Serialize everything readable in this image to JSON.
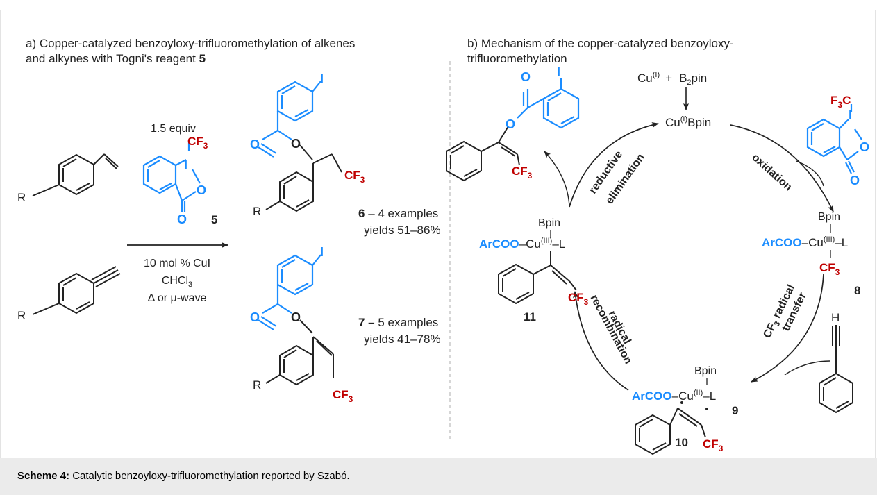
{
  "panel_a": {
    "heading_line1": "a) Copper-catalyzed benzoyloxy-trifluoromethylation of alkenes",
    "heading_line2": "and alkynes with Togni's reagent ",
    "heading_num": "5",
    "equiv": "1.5 equiv",
    "reagent_num": "5",
    "cond1": "10 mol % CuI",
    "cond2a": "CHCl",
    "cond2b": "3",
    "cond3": "Δ or μ-wave",
    "prod6_num": "6",
    "prod6_examples": " – 4 examples",
    "prod6_yields": "yields 51–86%",
    "prod7_num": "7 –",
    "prod7_examples": " 5 examples",
    "prod7_yields": "yields 41–78%",
    "r_label": "R",
    "iodo": "I",
    "ox": "O",
    "cf": "CF",
    "three": "3"
  },
  "panel_b": {
    "heading_line1": "b) Mechanism of the copper-catalyzed benzoyloxy-",
    "heading_line2": "trifluoromethylation",
    "cu": "Cu",
    "cu_I": "(I)",
    "cu_III": "(III)",
    "cu_II": "(II)",
    "plus": "+",
    "b2pin": "B",
    "b2pin_sub": "2",
    "pin": "pin",
    "bpin_suffix": "Bpin",
    "bpin": "Bpin",
    "arcoo": "ArCOO",
    "ligand": "–L",
    "f3c": "F",
    "f3c_sub": "3",
    "f3c_c": "C",
    "h": "H",
    "label_8": "8",
    "label_9": "9",
    "label_10": "10",
    "label_11": "11",
    "oxidation": "oxidation",
    "reductive": "reductive",
    "elimination": "elimination",
    "cf3_radical": "CF",
    "cf3_radical_sub": "3",
    "cf3_radical_rest": " radical",
    "transfer": "transfer",
    "radical": "radical",
    "recombination": "recombination"
  },
  "caption": {
    "label": "Scheme 4:",
    "text": " Catalytic benzoyloxy-trifluoromethylation reported by Szabó."
  },
  "colors": {
    "blue": "#1a8cff",
    "red": "#c00000",
    "black": "#222222"
  }
}
